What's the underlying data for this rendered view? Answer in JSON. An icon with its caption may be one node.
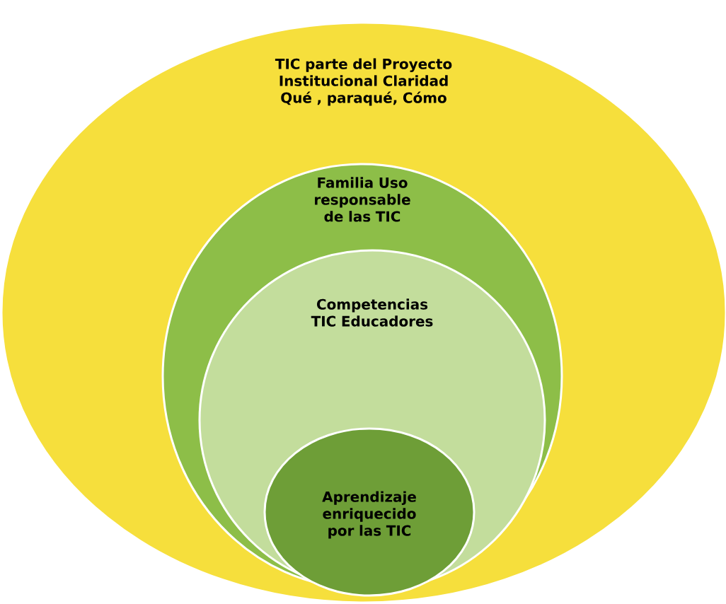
{
  "diagram": {
    "nodes": [
      {
        "text": [
          "TIC parte del Proyecto Institucional Claridad  Qué , paraqué, Cómo"
        ]
      },
      {
        "text": [
          "Familia Uso responsable de las TIC"
        ],
        "in": 0
      },
      {
        "text": [
          "Competencias TIC Educadores"
        ],
        "in": 1
      },
      {
        "text": [
          "Aprendizaje enriquecido por las TIC"
        ],
        "in": 2
      }
    ]
  }
}
